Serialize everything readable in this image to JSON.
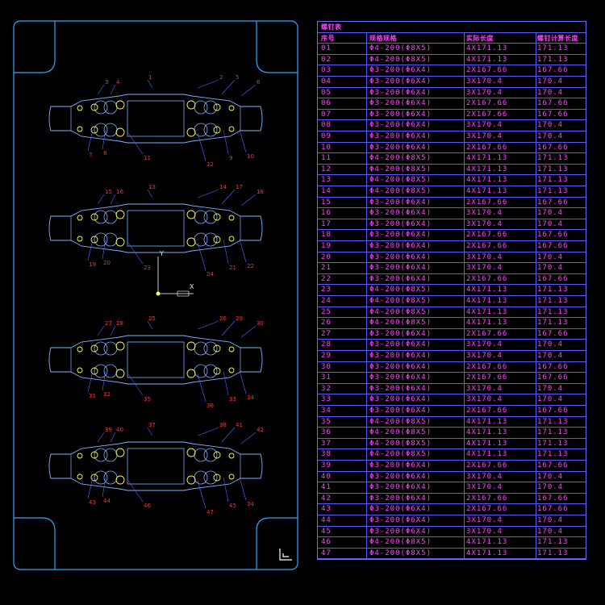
{
  "table": {
    "title": "螺钉表",
    "headers": [
      "序号",
      "规格规格",
      "实际长度",
      "螺钉计算长度"
    ],
    "rows": [
      [
        "01",
        "Φ4-200(Φ8X5)",
        "4X171.13",
        "171.13"
      ],
      [
        "02",
        "Φ4-200(Φ8X5)",
        "4X171.13",
        "171.13"
      ],
      [
        "03",
        "Φ3-200(Φ6X4)",
        "2X167.66",
        "167.66"
      ],
      [
        "04",
        "Φ3-200(Φ6X4)",
        "3X170.4",
        "170.4"
      ],
      [
        "05",
        "Φ3-200(Φ6X4)",
        "3X170.4",
        "170.4"
      ],
      [
        "06",
        "Φ3-200(Φ6X4)",
        "2X167.66",
        "167.66"
      ],
      [
        "07",
        "Φ3-200(Φ6X4)",
        "2X167.66",
        "167.66"
      ],
      [
        "08",
        "Φ3-200(Φ6X4)",
        "3X170.4",
        "170.4"
      ],
      [
        "09",
        "Φ3-200(Φ6X4)",
        "3X170.4",
        "170.4"
      ],
      [
        "10",
        "Φ3-200(Φ6X4)",
        "2X167.66",
        "167.66"
      ],
      [
        "11",
        "Φ4-200(Φ8X5)",
        "4X171.13",
        "171.13"
      ],
      [
        "12",
        "Φ4-200(Φ8X5)",
        "4X171.13",
        "171.13"
      ],
      [
        "13",
        "Φ4-200(Φ8X5)",
        "4X171.13",
        "171.13"
      ],
      [
        "14",
        "Φ4-200(Φ8X5)",
        "4X171.13",
        "171.13"
      ],
      [
        "15",
        "Φ3-200(Φ6X4)",
        "2X167.66",
        "167.66"
      ],
      [
        "16",
        "Φ3-200(Φ6X4)",
        "3X170.4",
        "170.4"
      ],
      [
        "17",
        "Φ3-200(Φ6X4)",
        "3X170.4",
        "170.4"
      ],
      [
        "18",
        "Φ3-200(Φ6X4)",
        "2X167.66",
        "167.66"
      ],
      [
        "19",
        "Φ3-200(Φ6X4)",
        "2X167.66",
        "167.66"
      ],
      [
        "20",
        "Φ3-200(Φ6X4)",
        "3X170.4",
        "170.4"
      ],
      [
        "21",
        "Φ3-200(Φ6X4)",
        "3X170.4",
        "170.4"
      ],
      [
        "22",
        "Φ3-200(Φ6X4)",
        "2X167.66",
        "167.66"
      ],
      [
        "23",
        "Φ4-200(Φ8X5)",
        "4X171.13",
        "171.13"
      ],
      [
        "24",
        "Φ4-200(Φ8X5)",
        "4X171.13",
        "171.13"
      ],
      [
        "25",
        "Φ4-200(Φ8X5)",
        "4X171.13",
        "171.13"
      ],
      [
        "26",
        "Φ4-200(Φ8X5)",
        "4X171.13",
        "171.13"
      ],
      [
        "27",
        "Φ3-200(Φ6X4)",
        "2X167.66",
        "167.66"
      ],
      [
        "28",
        "Φ3-200(Φ6X4)",
        "3X170.4",
        "170.4"
      ],
      [
        "29",
        "Φ3-200(Φ6X4)",
        "3X170.4",
        "170.4"
      ],
      [
        "30",
        "Φ3-200(Φ6X4)",
        "2X167.66",
        "167.66"
      ],
      [
        "31",
        "Φ3-200(Φ6X4)",
        "2X167.66",
        "167.66"
      ],
      [
        "32",
        "Φ3-200(Φ6X4)",
        "3X170.4",
        "170.4"
      ],
      [
        "33",
        "Φ3-200(Φ6X4)",
        "3X170.4",
        "170.4"
      ],
      [
        "34",
        "Φ3-200(Φ6X4)",
        "2X167.66",
        "167.66"
      ],
      [
        "35",
        "Φ4-200(Φ8X5)",
        "4X171.13",
        "171.13"
      ],
      [
        "36",
        "Φ4-200(Φ8X5)",
        "4X171.13",
        "171.13"
      ],
      [
        "37",
        "Φ4-200(Φ8X5)",
        "4X171.13",
        "171.13"
      ],
      [
        "38",
        "Φ4-200(Φ8X5)",
        "4X171.13",
        "171.13"
      ],
      [
        "39",
        "Φ3-200(Φ6X4)",
        "2X167.66",
        "167.66"
      ],
      [
        "40",
        "Φ3-200(Φ6X4)",
        "3X170.4",
        "170.4"
      ],
      [
        "41",
        "Φ3-200(Φ6X4)",
        "3X170.4",
        "170.4"
      ],
      [
        "42",
        "Φ3-200(Φ6X4)",
        "2X167.66",
        "167.66"
      ],
      [
        "43",
        "Φ3-200(Φ6X4)",
        "2X167.66",
        "167.66"
      ],
      [
        "44",
        "Φ3-200(Φ6X4)",
        "3X170.4",
        "170.4"
      ],
      [
        "45",
        "Φ3-200(Φ6X4)",
        "3X170.4",
        "170.4"
      ],
      [
        "46",
        "Φ4-200(Φ8X5)",
        "4X171.13",
        "171.13"
      ],
      [
        "47",
        "Φ4-200(Φ8X5)",
        "4X171.13",
        "171.13"
      ]
    ]
  },
  "drawing": {
    "axis_y": "Y",
    "axis_x": "X",
    "groups": [
      {
        "labels": [
          "1",
          "2",
          "3",
          "4",
          "5",
          "6",
          "7",
          "8",
          "9",
          "10",
          "11",
          "12"
        ]
      },
      {
        "labels": [
          "13",
          "14",
          "15",
          "16",
          "17",
          "18",
          "19",
          "20",
          "21",
          "22",
          "23",
          "24"
        ]
      },
      {
        "labels": [
          "25",
          "26",
          "27",
          "28",
          "29",
          "30",
          "31",
          "32",
          "33",
          "34",
          "35",
          "36"
        ]
      },
      {
        "labels": [
          "37",
          "38",
          "39",
          "40",
          "41",
          "42",
          "43",
          "44",
          "45",
          "34",
          "46",
          "47"
        ]
      }
    ]
  },
  "colors": {
    "outline": "#2aa8ff",
    "part": "#7fb2ff",
    "hole": "#ffff40",
    "table_text": "#ff40ff",
    "table_line": "#5a5aff",
    "label": "#ff3030"
  }
}
